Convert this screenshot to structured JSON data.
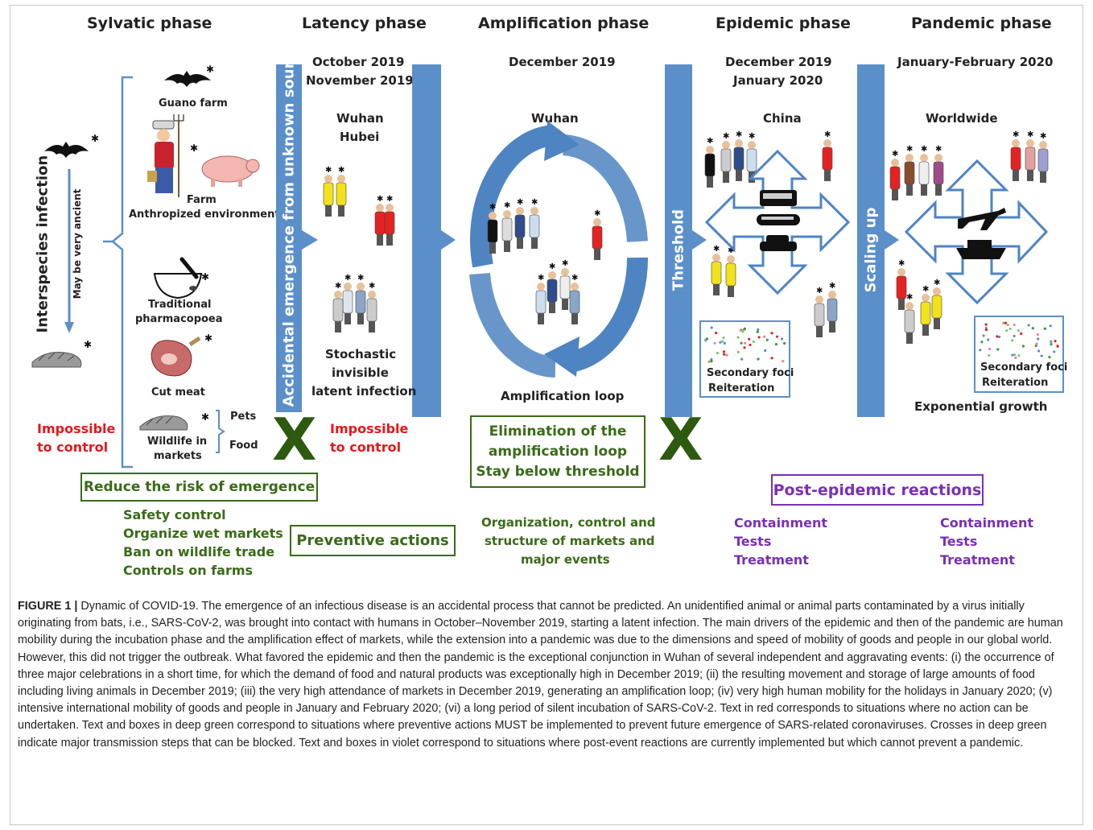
{
  "phases": {
    "sylvatic": "Sylvatic phase",
    "latency": "Latency phase",
    "amplification": "Amplification phase",
    "epidemic": "Epidemic phase",
    "pandemic": "Pandemic phase"
  },
  "dates": {
    "latency_1": "October 2019",
    "latency_2": "November 2019",
    "amplification": "December 2019",
    "epidemic_1": "December 2019",
    "epidemic_2": "January 2020",
    "pandemic": "January-February 2020"
  },
  "places": {
    "latency_1": "Wuhan",
    "latency_2": "Hubei",
    "amplification": "Wuhan",
    "epidemic": "China",
    "pandemic": "Worldwide"
  },
  "sylvatic": {
    "guano": "Guano farm",
    "farm_1": "Farm",
    "farm_2": "Anthropized environment",
    "pharma_1": "Traditional",
    "pharma_2": "pharmacopoea",
    "cutmeat": "Cut meat",
    "wildlife_1": "Wildlife in",
    "wildlife_2": "markets",
    "pets": "Pets",
    "food": "Food",
    "interspecies": "Interspecies infection",
    "ancient": "May be very ancient",
    "impossible_1": "Impossible",
    "impossible_2": "to control"
  },
  "bars": {
    "emergence": "Accidental emergence from unknown source",
    "threshold": "Threshold",
    "scaling": "Scaling up"
  },
  "latency": {
    "stoch_1": "Stochastic",
    "stoch_2": "invisible",
    "stoch_3": "latent infection",
    "impossible_1": "Impossible",
    "impossible_2": "to control"
  },
  "amplification": {
    "loop": "Amplification loop",
    "elim_1": "Elimination of the",
    "elim_2": "amplification loop",
    "elim_3": "Stay below threshold",
    "org_1": "Organization, control and",
    "org_2": "structure of markets and",
    "org_3": "major events"
  },
  "epidemic": {
    "foci_1": "Secondary foci",
    "foci_2": "Reiteration"
  },
  "pandemic": {
    "foci_1": "Secondary foci",
    "foci_2": "Reiteration",
    "growth": "Exponential growth"
  },
  "actions": {
    "reduce": "Reduce the risk of emergence",
    "safety": "Safety control",
    "wet": "Organize wet markets",
    "ban": "Ban on wildlife trade",
    "farms": "Controls on farms",
    "preventive": "Preventive actions",
    "x": "X",
    "post": "Post-epidemic reactions",
    "containment": "Containment",
    "tests": "Tests",
    "treatment": "Treatment"
  },
  "caption": {
    "label": "FIGURE 1 |",
    "text": " Dynamic of COVID-19. The emergence of an infectious disease is an accidental process that cannot be predicted. An unidentified animal or animal parts contaminated by a virus initially originating from bats, i.e., SARS-CoV-2, was brought into contact with humans in October–November 2019, starting a latent infection. The main drivers of the epidemic and then of the pandemic are human mobility during the incubation phase and the amplification effect of markets, while the extension into a pandemic was due to the dimensions and speed of mobility of goods and people in our global world. However, this did not trigger the outbreak. What favored the epidemic and then the pandemic is the exceptional conjunction in Wuhan of several independent and aggravating events: (i) the occurrence of three major celebrations in a short time, for which the demand of food and natural products was exceptionally high in December 2019; (ii) the resulting movement and storage of large amounts of food including living animals in December 2019; (iii) the very high attendance of markets in December 2019, generating an amplification loop; (iv) very high human mobility for the holidays in January 2020; (v) intensive international mobility of goods and people in January and February 2020; (vi) a long period of silent incubation of SARS-CoV-2. Text in red corresponds to situations where no action can be undertaken. Text and boxes in deep green correspond to situations where preventive actions MUST be implemented to prevent future emergence of SARS-related coronaviruses. Crosses in deep green indicate major transmission steps that can be blocked. Text and boxes in violet correspond to situations where post-event reactions are currently implemented but which cannot prevent a pandemic."
  },
  "colors": {
    "bar": "#5b8fc9",
    "green": "#3a6b18",
    "violet": "#7a2fb5",
    "red": "#e8161b"
  },
  "icons": [
    "bat-icon",
    "farmer-icon",
    "pig-icon",
    "mortar-icon",
    "ham-icon",
    "pangolin-icon",
    "people-icon",
    "bus-icon",
    "train-icon",
    "car-icon",
    "plane-icon",
    "ship-icon"
  ]
}
